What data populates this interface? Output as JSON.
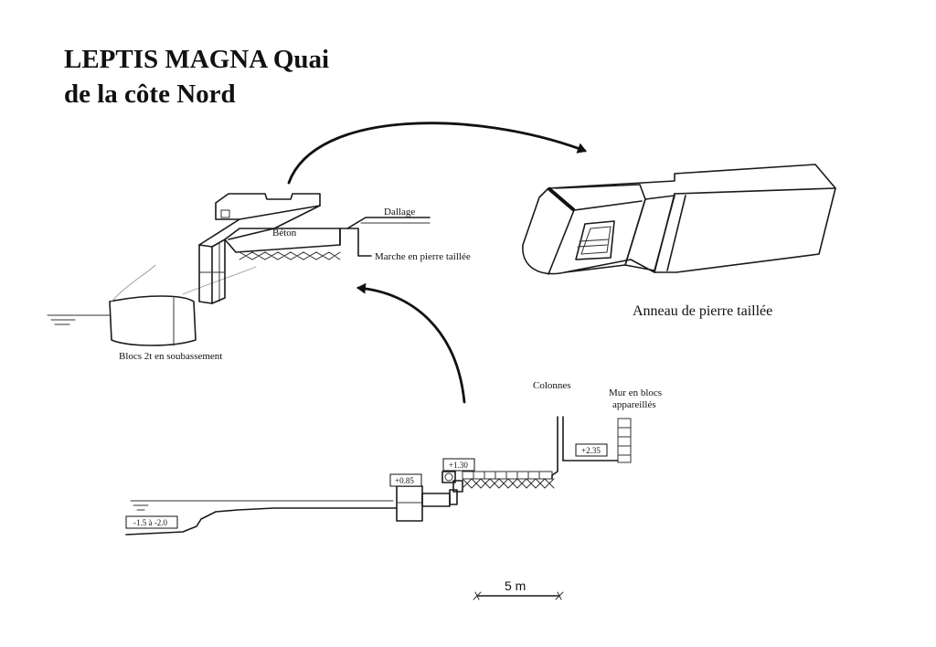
{
  "title": {
    "line1": "LEPTIS MAGNA Quai",
    "line2": "de la côte Nord"
  },
  "labels": {
    "beton": "Béton",
    "dallage": "Dallage",
    "marche": "Marche en pierre taillée",
    "blocs": "Blocs 2t en soubassement",
    "anneau": "Anneau de pierre taillée",
    "colonnes": "Colonnes",
    "mur_line1": "Mur en blocs",
    "mur_line2": "appareillés"
  },
  "elevations": {
    "e1": "-1.5 à -2.0",
    "e2": "+0.85",
    "e3": "+1.30",
    "e4": "+2.35"
  },
  "scale": {
    "label": "5 m"
  }
}
